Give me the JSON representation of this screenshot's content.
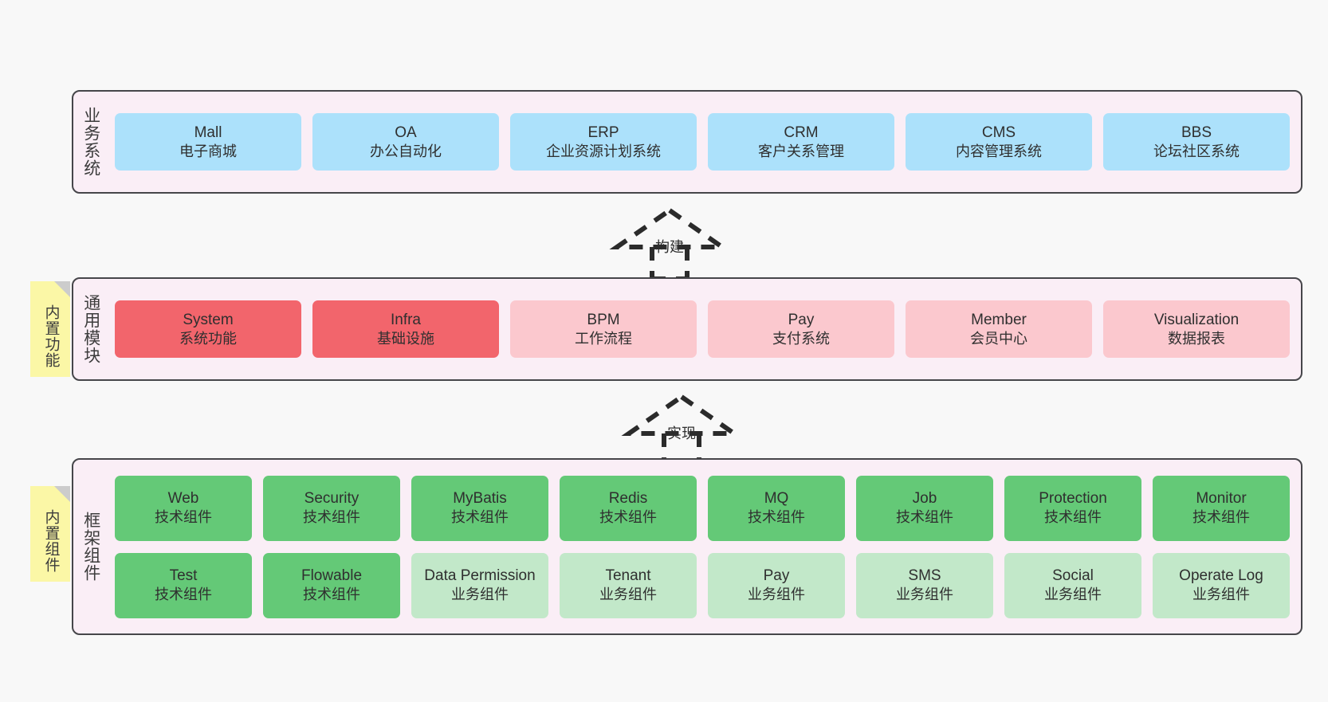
{
  "theme": {
    "page_background": "#f8f8f8",
    "layer_background": "#faeef6",
    "layer_border": "#46464a",
    "note_background": "#fbf7a6",
    "note_fold": "#cccccc",
    "business_color": "#ace1fb",
    "module_primary_color": "#f2656c",
    "module_secondary_color": "#fbc8ce",
    "framework_tech_color": "#64c977",
    "framework_business_color": "#c2e8c9"
  },
  "layers": [
    {
      "id": "business",
      "label": "业务系统",
      "rows": [
        {
          "cells": [
            {
              "t1": "Mall",
              "t2": "电子商城",
              "color": "c-blue"
            },
            {
              "t1": "OA",
              "t2": "办公自动化",
              "color": "c-blue"
            },
            {
              "t1": "ERP",
              "t2": "企业资源计划系统",
              "color": "c-blue"
            },
            {
              "t1": "CRM",
              "t2": "客户关系管理",
              "color": "c-blue"
            },
            {
              "t1": "CMS",
              "t2": "内容管理系统",
              "color": "c-blue"
            },
            {
              "t1": "BBS",
              "t2": "论坛社区系统",
              "color": "c-blue"
            }
          ]
        }
      ]
    },
    {
      "id": "modules",
      "label": "通用模块",
      "note": "内置功能",
      "rows": [
        {
          "cells": [
            {
              "t1": "System",
              "t2": "系统功能",
              "color": "c-red"
            },
            {
              "t1": "Infra",
              "t2": "基础设施",
              "color": "c-red"
            },
            {
              "t1": "BPM",
              "t2": "工作流程",
              "color": "c-pink"
            },
            {
              "t1": "Pay",
              "t2": "支付系统",
              "color": "c-pink"
            },
            {
              "t1": "Member",
              "t2": "会员中心",
              "color": "c-pink"
            },
            {
              "t1": "Visualization",
              "t2": "数据报表",
              "color": "c-pink"
            }
          ]
        }
      ]
    },
    {
      "id": "framework",
      "label": "框架组件",
      "note": "内置组件",
      "rows": [
        {
          "cells": [
            {
              "t1": "Web",
              "t2": "技术组件",
              "color": "c-green"
            },
            {
              "t1": "Security",
              "t2": "技术组件",
              "color": "c-green"
            },
            {
              "t1": "MyBatis",
              "t2": "技术组件",
              "color": "c-green"
            },
            {
              "t1": "Redis",
              "t2": "技术组件",
              "color": "c-green"
            },
            {
              "t1": "MQ",
              "t2": "技术组件",
              "color": "c-green"
            },
            {
              "t1": "Job",
              "t2": "技术组件",
              "color": "c-green"
            },
            {
              "t1": "Protection",
              "t2": "技术组件",
              "color": "c-green"
            },
            {
              "t1": "Monitor",
              "t2": "技术组件",
              "color": "c-green"
            }
          ]
        },
        {
          "cells": [
            {
              "t1": "Test",
              "t2": "技术组件",
              "color": "c-green"
            },
            {
              "t1": "Flowable",
              "t2": "技术组件",
              "color": "c-green"
            },
            {
              "t1": "Data Permission",
              "t2": "业务组件",
              "color": "c-lightgreen"
            },
            {
              "t1": "Tenant",
              "t2": "业务组件",
              "color": "c-lightgreen"
            },
            {
              "t1": "Pay",
              "t2": "业务组件",
              "color": "c-lightgreen"
            },
            {
              "t1": "SMS",
              "t2": "业务组件",
              "color": "c-lightgreen"
            },
            {
              "t1": "Social",
              "t2": "业务组件",
              "color": "c-lightgreen"
            },
            {
              "t1": "Operate Log",
              "t2": "业务组件",
              "color": "c-lightgreen"
            }
          ]
        }
      ]
    }
  ],
  "connectors": [
    {
      "id": "build",
      "label": "构建"
    },
    {
      "id": "implement",
      "label": "实现"
    }
  ]
}
